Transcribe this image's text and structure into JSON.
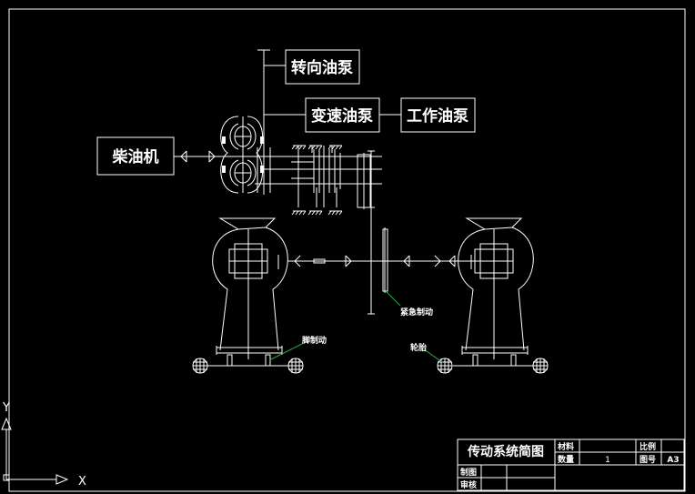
{
  "boxes": {
    "steering_pump": "转向油泵",
    "transmission_pump": "变速油泵",
    "working_pump": "工作油泵",
    "diesel_engine": "柴油机"
  },
  "annotations": {
    "emergency_brake": "紧急制动",
    "foot_brake": "脚制动",
    "tire": "轮胎"
  },
  "title_block": {
    "title": "传动系统简图",
    "material_label": "材料",
    "ratio_label": "比例",
    "quantity_label": "数量",
    "quantity_value": "1",
    "drawing_no_label": "图号",
    "drawing_no_value": "A3",
    "drawn_by_label": "制图",
    "checked_by_label": "审核"
  },
  "ucs": {
    "x_label": "X",
    "y_label": "Y"
  }
}
